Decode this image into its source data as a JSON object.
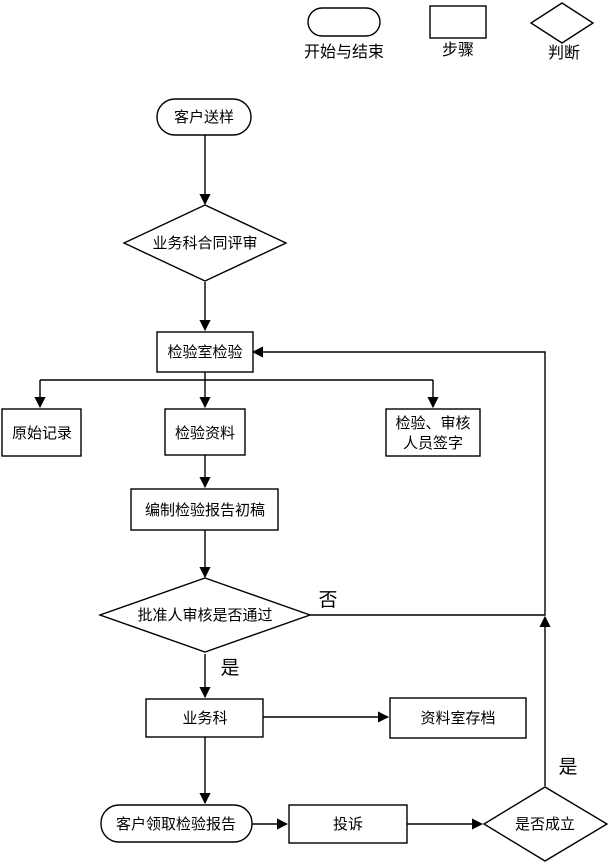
{
  "legend": {
    "start_end": "开始与结束",
    "step": "步骤",
    "decision": "判断"
  },
  "nodes": {
    "customer_send_sample": "客户送样",
    "business_contract_review": "业务科合同评审",
    "lab_inspection": "检验室检验",
    "original_record": "原始记录",
    "inspection_materials": "检验资料",
    "inspect_review_sign_line1": "检验、审核",
    "inspect_review_sign_line2": "人员签字",
    "draft_report": "编制检验报告初稿",
    "approver_review": "批准人审核是否通过",
    "business_dept": "业务科",
    "archive": "资料室存档",
    "customer_collect_report": "客户领取检验报告",
    "complaint": "投诉",
    "is_valid": "是否成立"
  },
  "branches": {
    "approver_no": "否",
    "approver_yes": "是",
    "valid_yes": "是"
  },
  "colors": {
    "stroke": "#000000",
    "fill": "#ffffff"
  }
}
